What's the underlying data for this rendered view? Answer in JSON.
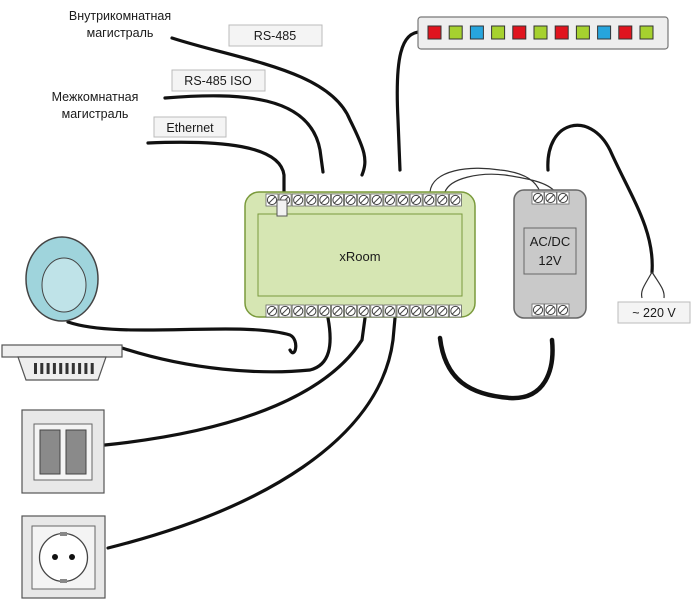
{
  "labels": {
    "intra_line1": "Внутрикомнатная",
    "intra_line2": "магистраль",
    "inter_line1": "Межкомнатная",
    "inter_line2": "магистраль",
    "rs485": "RS-485",
    "rs485_iso": "RS-485 ISO",
    "ethernet": "Ethernet",
    "controller": "xRoom",
    "psu_line1": "AC/DC",
    "psu_line2": "12V",
    "mains": "~ 220 V"
  },
  "colors": {
    "controller_fill": "#d6e6b3",
    "controller_stroke": "#7a9a3c",
    "psu_fill": "#c9c9c9",
    "psu_stroke": "#666666",
    "wire": "#111111",
    "sensor_fill": "#9fd4dc",
    "switch_fill": "#e8e8e8",
    "switch_keys": "#8a8a8a"
  },
  "led_strip": {
    "colors": [
      "#e0141e",
      "#a6d12f",
      "#27a5dd",
      "#a6d12f",
      "#e0141e",
      "#a6d12f",
      "#e0141e",
      "#a6d12f",
      "#27a5dd",
      "#e0141e",
      "#a6d12f"
    ]
  },
  "icons": {
    "controller": "controller-module-icon",
    "psu": "power-supply-icon",
    "led_strip": "led-strip-icon",
    "motion_sensor": "motion-sensor-icon",
    "ceiling_light": "ceiling-light-icon",
    "wall_switch": "wall-switch-icon",
    "socket": "power-socket-icon"
  }
}
